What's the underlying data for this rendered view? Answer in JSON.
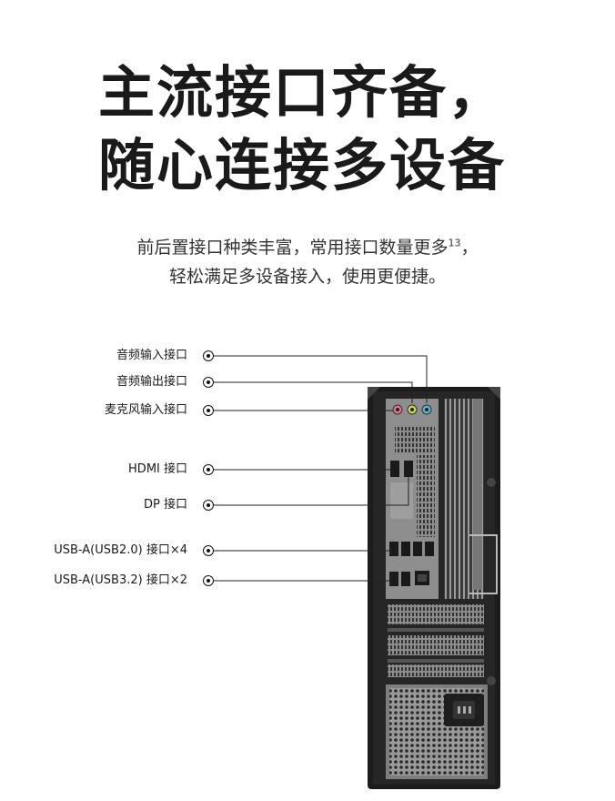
{
  "headline": {
    "line1": "主流接口齐备，",
    "line2": "随心连接多设备"
  },
  "subtitle": {
    "line1": "前后置接口种类丰富，常用接口数量更多",
    "superscript": "13",
    "line1_end": "，",
    "line2": "轻松满足多设备接入，使用更便捷。"
  },
  "ports": [
    {
      "label": "音频输入接口"
    },
    {
      "label": "音频输出接口"
    },
    {
      "label": "麦克风输入接口"
    },
    {
      "label": "HDMI 接口"
    },
    {
      "label": "DP 接口"
    },
    {
      "label": "USB-A(USB2.0) 接口×4"
    },
    {
      "label": "USB-A(USB3.2) 接口×2"
    }
  ],
  "colors": {
    "audio_in": "#5bb6d6",
    "audio_out": "#c9d84a",
    "mic_in": "#e07a8a",
    "case_body": "#1c1c1c",
    "panel": "#8e8e8e"
  }
}
